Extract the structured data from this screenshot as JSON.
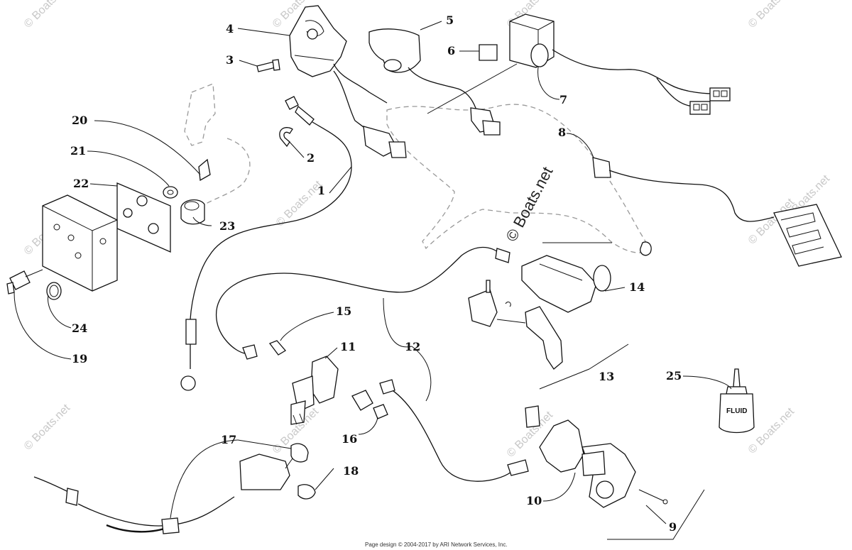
{
  "callouts": [
    "1",
    "2",
    "3",
    "4",
    "5",
    "6",
    "7",
    "8",
    "9",
    "10",
    "11",
    "12",
    "13",
    "14",
    "15",
    "16",
    "17",
    "18",
    "19",
    "20",
    "21",
    "22",
    "23",
    "24",
    "25"
  ],
  "fluid_label": "FLUID",
  "watermark": "© Boats.net",
  "watermark_center": "© Boats.net",
  "footer": "Page design © 2004-2017 by ARI Network Services, Inc."
}
